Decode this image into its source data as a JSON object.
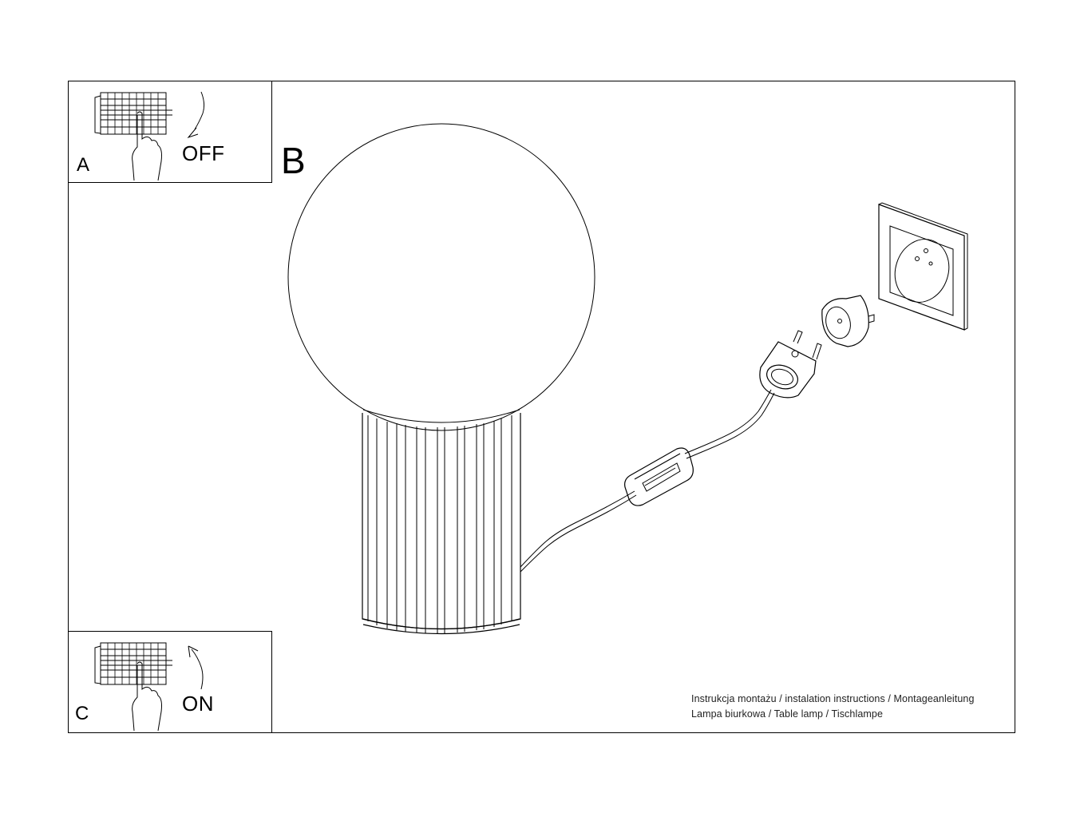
{
  "document": {
    "type": "installation-instruction-sheet",
    "steps": {
      "a": {
        "letter": "A",
        "state": "OFF",
        "arrow_direction": "down"
      },
      "b": {
        "letter": "B"
      },
      "c": {
        "letter": "C",
        "state": "ON",
        "arrow_direction": "up"
      }
    },
    "caption": {
      "line1": "Instrukcja montażu / instalation instructions / Montageanleitung",
      "line2": "Lampa biurkowa / Table lamp / Tischlampe"
    },
    "illustration": {
      "parts": [
        "globe-shade",
        "fluted-base",
        "power-cord",
        "inline-switch",
        "euro-plug",
        "plug-adapter",
        "wall-socket"
      ]
    },
    "colors": {
      "line": "#000000",
      "background": "#ffffff",
      "caption_text": "#222222"
    }
  }
}
